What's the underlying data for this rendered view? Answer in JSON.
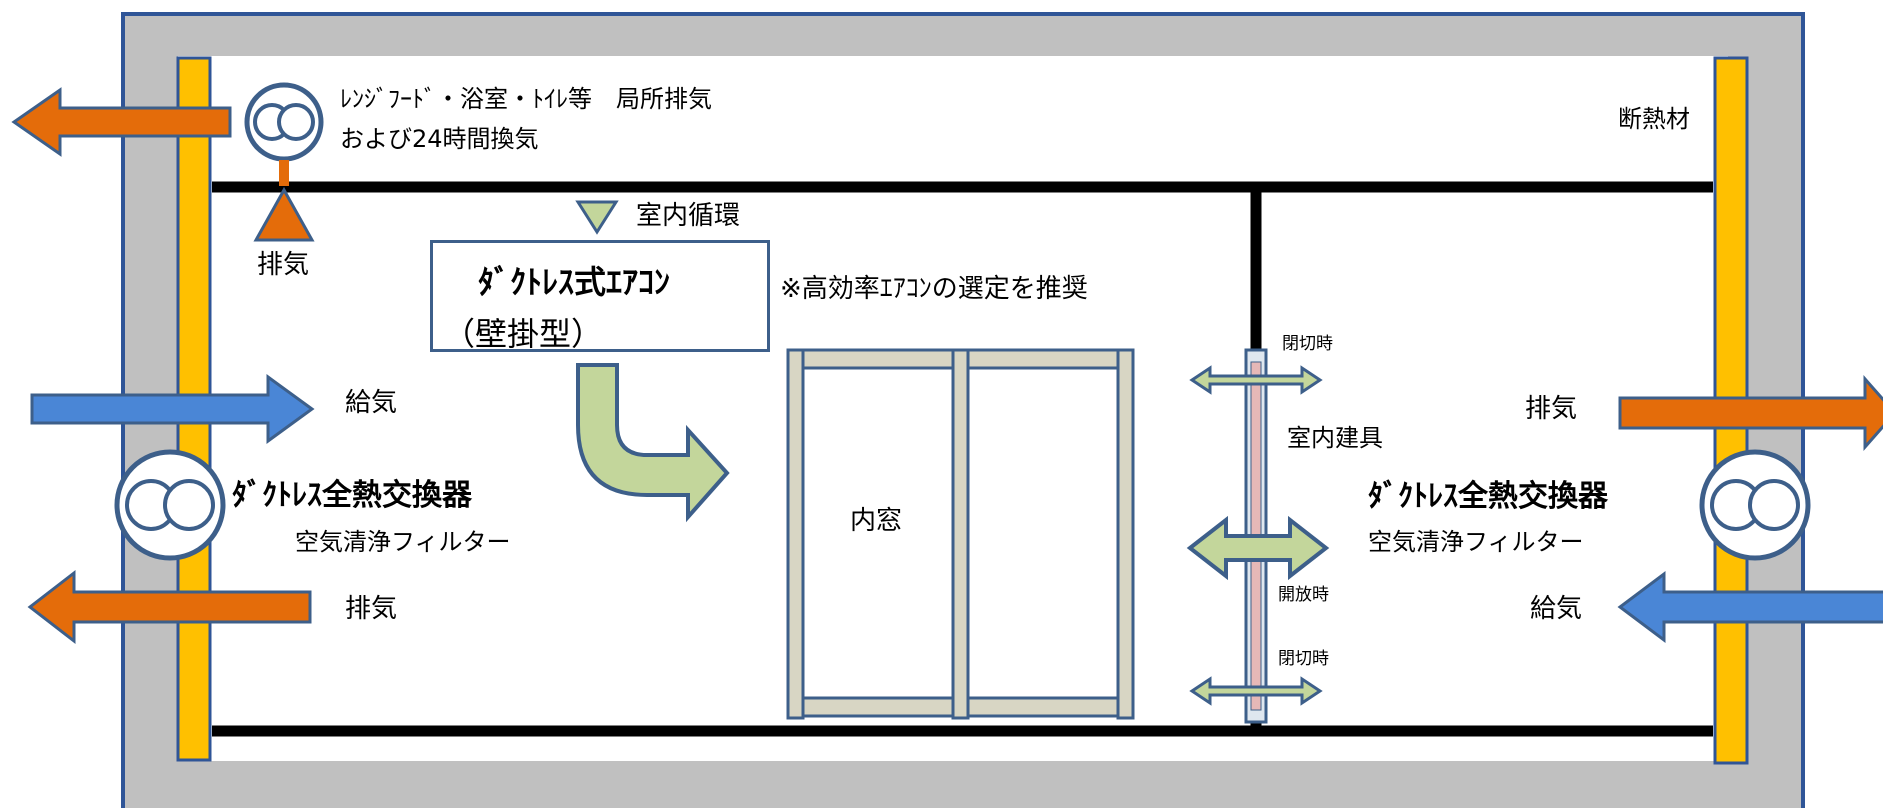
{
  "labels": {
    "local_exhaust_line1": "ﾚﾝｼﾞﾌｰﾄﾞ・浴室・ﾄｲﾚ等　局所排気",
    "local_exhaust_line2": "および24時間換気",
    "insulation": "断熱材",
    "indoor_circulation": "室内循環",
    "top_exhaust": "排気",
    "aircon_title": "ﾀﾞｸﾄﾚｽ式ｴｱｺﾝ",
    "aircon_type": "（壁掛型）",
    "recommendation": "※高効率ｴｱｺﾝの選定を推奨",
    "inner_window": "内窓",
    "closed_top": "閉切時",
    "indoor_fitting": "室内建具",
    "open": "開放時",
    "closed_bottom": "閉切時",
    "left_supply": "給気",
    "left_erv_title": "ﾀﾞｸﾄﾚｽ全熱交換器",
    "left_erv_filter": "空気清浄フィルター",
    "left_exhaust": "排気",
    "right_exhaust": "排気",
    "right_erv_title": "ﾀﾞｸﾄﾚｽ全熱交換器",
    "right_erv_filter": "空気清浄フィルター",
    "right_supply": "給気"
  },
  "colors": {
    "wall_gray": "#c0c0c0",
    "wall_border": "#2f5597",
    "insulation_yellow": "#ffc000",
    "exhaust_orange": "#e46c0a",
    "supply_blue": "#4a86d6",
    "arrow_outline": "#3d5f8a",
    "light_green": "#c3d69b",
    "window_frame": "#d8d6c4",
    "door_pink": "#e6b8b7",
    "floor_black": "#000000"
  },
  "icons": {
    "fan": "fan-icon",
    "exhaust_arrow": "orange-arrow-icon",
    "supply_arrow": "blue-arrow-icon"
  }
}
